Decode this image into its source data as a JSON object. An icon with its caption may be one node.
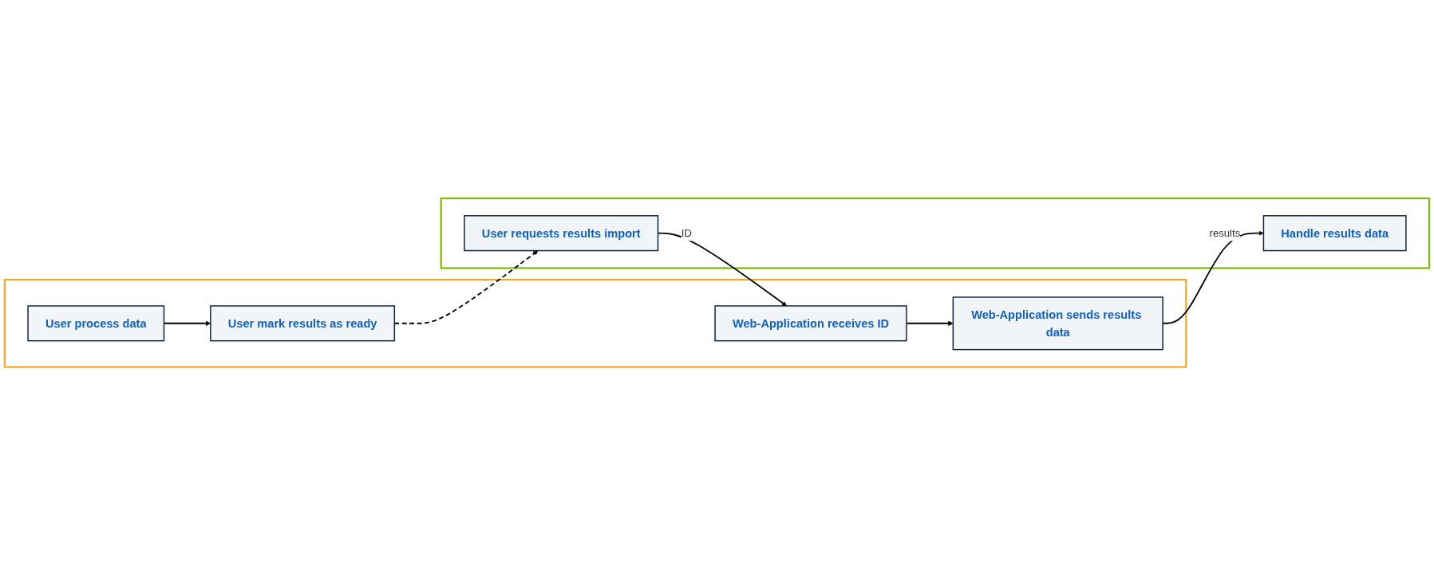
{
  "diagram": {
    "nodes": [
      {
        "text": [],
        "shape": "box"
      },
      {
        "text": [
          "User process data"
        ],
        "in": 0
      },
      {
        "text": [
          "User mark results as ready"
        ],
        "in": 0
      },
      {
        "text": [
          "Web-Application receives ID"
        ],
        "in": 0
      },
      {
        "text": [
          "Web-Application sends results data"
        ],
        "in": 0
      },
      {
        "text": [],
        "shape": "box"
      },
      {
        "text": [
          "User requests results import"
        ],
        "in": 5
      },
      {
        "text": [
          "Handle results data"
        ],
        "in": 5
      }
    ],
    "edges": [
      {
        "from": 1,
        "to": 2,
        "arrow": "to"
      },
      {
        "from": 2,
        "to": 6,
        "arrow": "to",
        "style": "dashed"
      },
      {
        "from": 6,
        "to": 3,
        "arrow": "to",
        "label": "ID"
      },
      {
        "from": 3,
        "to": 4,
        "arrow": "to"
      },
      {
        "from": 4,
        "to": 7,
        "arrow": "to",
        "label": "results"
      }
    ]
  }
}
